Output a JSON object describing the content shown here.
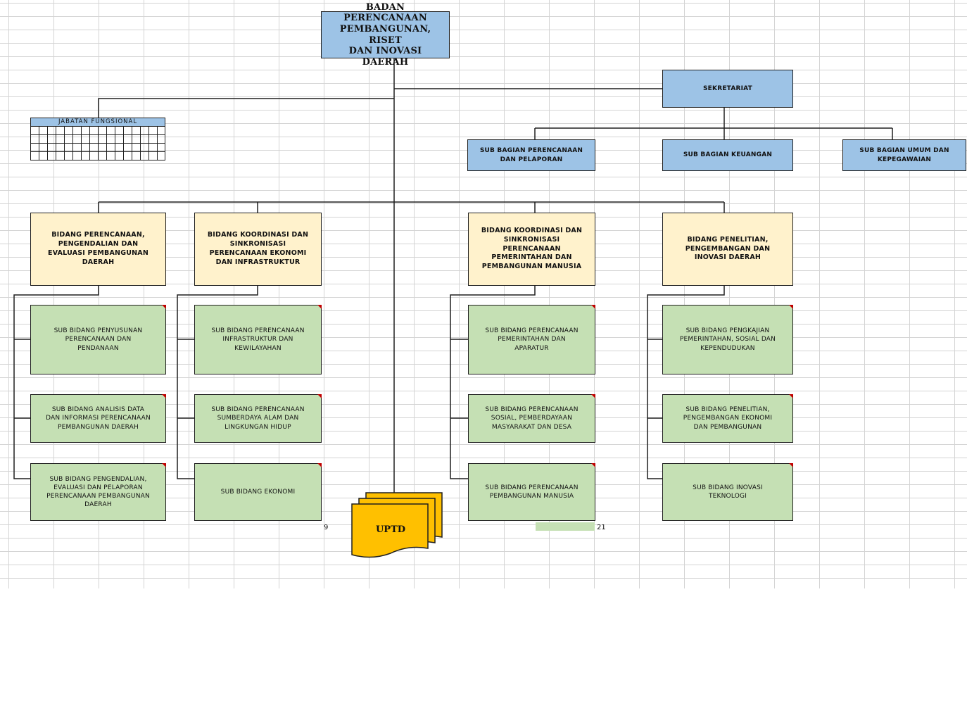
{
  "head": {
    "line1": "BADAN PERENCANAAN",
    "line2": "PEMBANGUNAN, RISET",
    "line3": "DAN INOVASI DAERAH"
  },
  "sekretariat": {
    "label": "SEKRETARIAT"
  },
  "sub_bagian": [
    {
      "line1": "SUB BAGIAN PERENCANAAN",
      "line2": "DAN PELAPORAN"
    },
    {
      "line1": "SUB BAGIAN KEUANGAN",
      "line2": ""
    },
    {
      "line1": "SUB BAGIAN UMUM DAN",
      "line2": "KEPEGAWAIAN"
    }
  ],
  "jabatan_fungsional": {
    "label": "JABATAN FUNGSIONAL"
  },
  "bidang": [
    {
      "lines": [
        "BIDANG PERENCANAAN,",
        "PENGENDALIAN DAN",
        "EVALUASI PEMBANGUNAN",
        "DAERAH",
        ""
      ]
    },
    {
      "lines": [
        "BIDANG KOORDINASI DAN",
        "SINKRONISASI",
        "PERENCANAAN EKONOMI",
        "DAN INFRASTRUKTUR",
        ""
      ]
    },
    {
      "lines": [
        "BIDANG KOORDINASI DAN",
        "SINKRONISASI",
        "PERENCANAAN",
        "PEMERINTAHAN DAN",
        "PEMBANGUNAN MANUSIA"
      ]
    },
    {
      "lines": [
        "BIDANG PENELITIAN,",
        "PENGEMBANGAN DAN",
        "INOVASI DAERAH",
        "",
        ""
      ]
    }
  ],
  "sub_bidang": [
    [
      {
        "lines": [
          "SUB BIDANG PENYUSUNAN",
          "PERENCANAAN DAN",
          "PENDANAAN",
          ""
        ]
      },
      {
        "lines": [
          "SUB BIDANG ANALISIS DATA",
          "DAN INFORMASI PERENCANAAN",
          "PEMBANGUNAN DAERAH",
          ""
        ]
      },
      {
        "lines": [
          "SUB BIDANG PENGENDALIAN,",
          "EVALUASI DAN PELAPORAN",
          "PERENCANAAN PEMBANGUNAN",
          "DAERAH"
        ]
      }
    ],
    [
      {
        "lines": [
          "SUB BIDANG PERENCANAAN",
          "INFRASTRUKTUR DAN",
          "KEWILAYAHAN",
          ""
        ]
      },
      {
        "lines": [
          "SUB BIDANG PERENCANAAN",
          "SUMBERDAYA ALAM DAN",
          "LINGKUNGAN HIDUP",
          ""
        ]
      },
      {
        "lines": [
          "SUB BIDANG EKONOMI",
          "",
          "",
          ""
        ]
      }
    ],
    [
      {
        "lines": [
          "SUB BIDANG PERENCANAAN",
          "PEMERINTAHAN DAN",
          "APARATUR",
          ""
        ]
      },
      {
        "lines": [
          "SUB BIDANG PERENCANAAN",
          "SOSIAL, PEMBERDAYAAN",
          "MASYARAKAT DAN DESA",
          ""
        ]
      },
      {
        "lines": [
          "SUB BIDANG PERENCANAAN",
          "PEMBANGUNAN MANUSIA",
          "",
          ""
        ]
      }
    ],
    [
      {
        "lines": [
          "SUB BIDANG PENGKAJIAN",
          "PEMERINTAHAN, SOSIAL DAN",
          "KEPENDUDUKAN",
          ""
        ]
      },
      {
        "lines": [
          "SUB BIDANG PENELITIAN,",
          "PENGEMBANGAN EKONOMI",
          "DAN PEMBANGUNAN",
          ""
        ]
      },
      {
        "lines": [
          "SUB BIDANG INOVASI",
          "TEKNOLOGI",
          "",
          ""
        ]
      }
    ]
  ],
  "uptd": {
    "label": "UPTD"
  },
  "cell_numbers": [
    "9",
    "21"
  ],
  "colors": {
    "header_blue": "#9dc3e6",
    "bidang_yellow": "#fff2cc",
    "sub_bidang_green": "#c5e0b4",
    "uptd_gold": "#ffc000"
  }
}
